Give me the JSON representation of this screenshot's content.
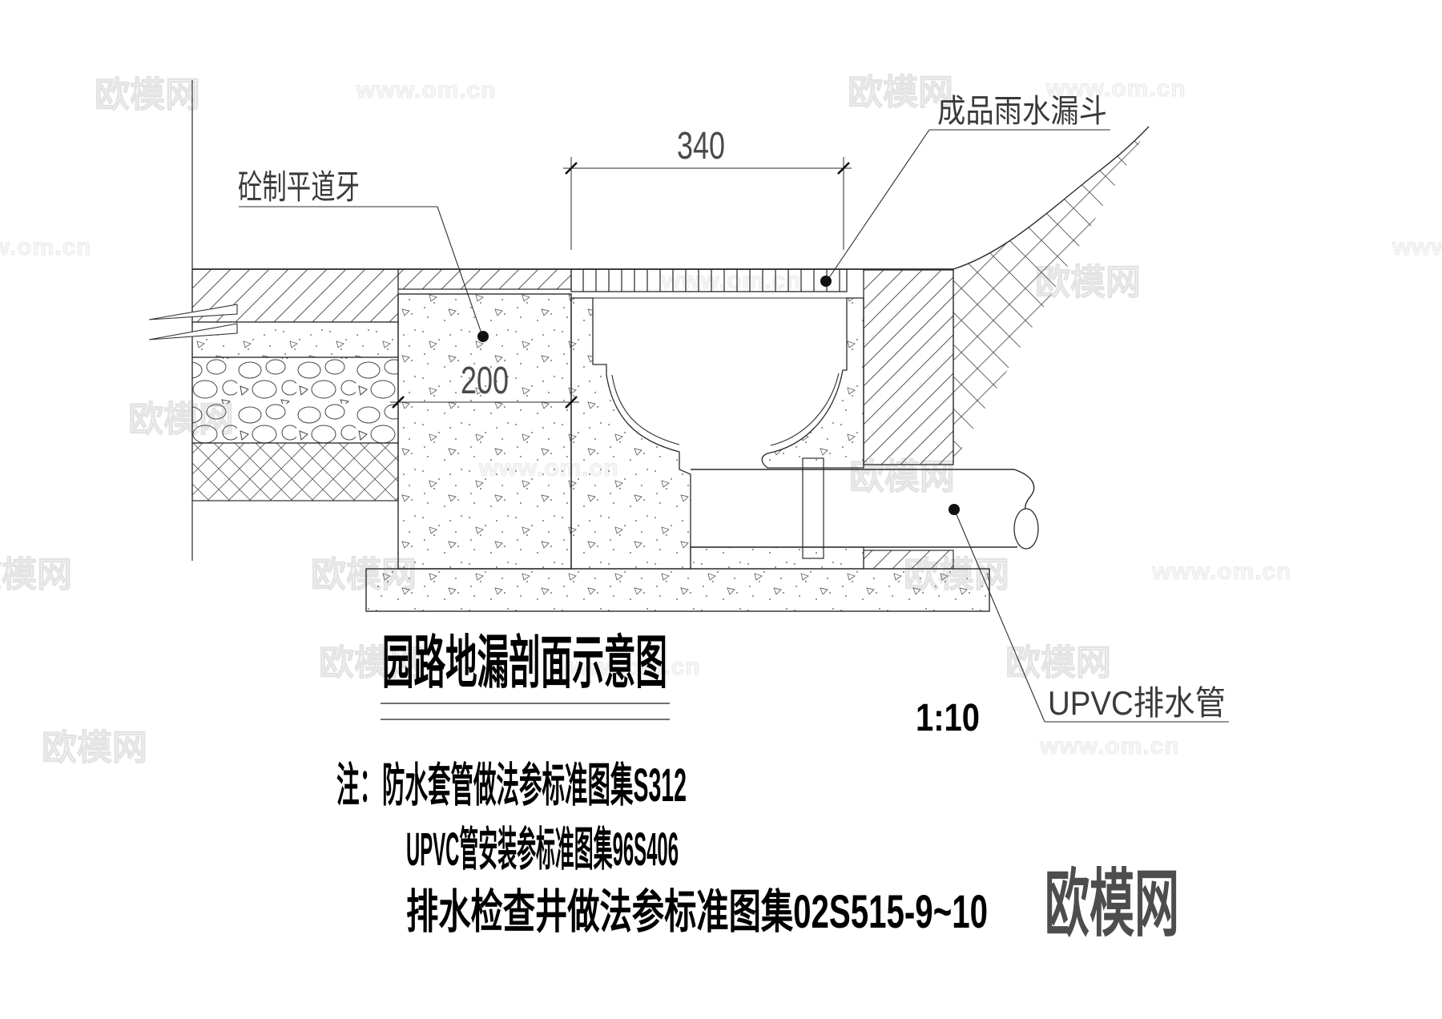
{
  "drawing": {
    "title": "园路地漏剖面示意图",
    "scale": "1:10",
    "dims": {
      "grate_width": "340",
      "curb_width": "200"
    },
    "labels": {
      "hopper": "成品雨水漏斗",
      "curb": "砼制平道牙",
      "pipe": "UPVC排水管"
    },
    "notes": {
      "lines": [
        "注：防水套管做法参标准图集S312",
        "UPVC管安装参标准图集96S406",
        "排水检查井做法参标准图集02S515-9~10"
      ]
    }
  },
  "watermark": {
    "site_name": "欧模网",
    "site_url": "www.om.cn"
  },
  "brand": {
    "logo_text": "欧模网"
  }
}
